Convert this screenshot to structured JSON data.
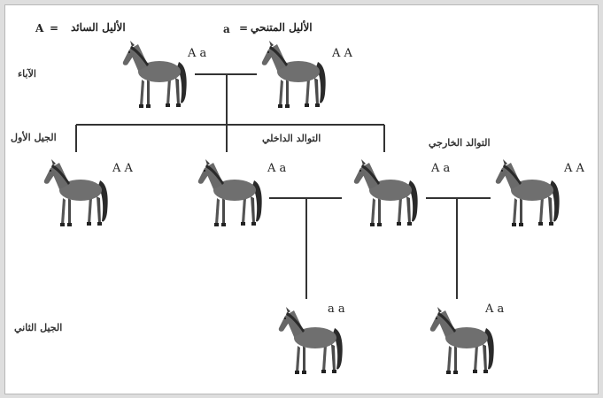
{
  "legend": {
    "dominant_symbol": "A",
    "dominant_eq": "=",
    "dominant_label": "الأليل السائد",
    "recessive_symbol": "a",
    "recessive_eq": "=",
    "recessive_label": "الأليل المتنحي"
  },
  "generations": {
    "parents": "الآباء",
    "first": "الجيل الأول",
    "second": "الجيل الثاني"
  },
  "crosses": {
    "inbreeding": "التوالد الداخلي",
    "outbreeding": "التوالد الخارجي"
  },
  "horses": {
    "parent_left": "A a",
    "parent_right": "A A",
    "f1_1": "A A",
    "f1_2": "A a",
    "f1_3": "A a",
    "f1_4": "A A",
    "f2_1": "a a",
    "f2_2": "A a"
  },
  "colors": {
    "horse_body": "#6f6f6f",
    "horse_mane": "#2a2a2a",
    "lines": "#333333"
  }
}
